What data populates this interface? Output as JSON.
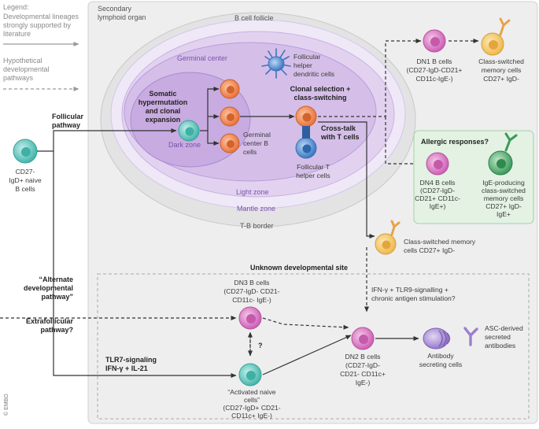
{
  "legend": {
    "title": "Legend:",
    "solid_label": [
      "Developmental lineages",
      "strongly supported by",
      "literature"
    ],
    "dashed_label": [
      "Hypothetical",
      "developmental",
      "pathways"
    ]
  },
  "regions": {
    "organ": [
      "Secondary",
      "lymphoid organ"
    ],
    "follicle": "B cell follicle",
    "germinal_center": "Germinal center",
    "dark_zone": "Dark zone",
    "light_zone": "Light zone",
    "mantle_zone": "Mantle zone",
    "tb_border": "T-B border",
    "unknown_site": "Unknown developmental site",
    "allergic": "Allergic responses?"
  },
  "cells": {
    "naive": [
      "CD27-",
      "IgD+ naive",
      "B cells"
    ],
    "fdc": [
      "Follicular",
      "helper",
      "dendritic cells"
    ],
    "gc_b": [
      "Germinal",
      "center B",
      "cells"
    ],
    "tfh": [
      "Follicular T",
      "helper cells"
    ],
    "dn1": [
      "DN1 B cells",
      "(CD27-IgD-CD21+",
      "CD11c-IgE-)"
    ],
    "dn1_mem": [
      "Class-switched",
      "memory cells",
      "CD27+ IgD-"
    ],
    "dn4": [
      "DN4 B cells",
      "(CD27-IgD-",
      "CD21+ CD11c-",
      "IgE+)"
    ],
    "ige_mem": [
      "IgE-producing",
      "class-switched",
      "memory cells",
      "CD27+ IgD-",
      "IgE+"
    ],
    "csm": [
      "Class-switched memory",
      "cells CD27+ IgD-"
    ],
    "dn3": [
      "DN3 B cells",
      "(CD27-IgD- CD21-",
      "CD11c- IgE-)"
    ],
    "act_naive": [
      "“Activated naive",
      "cells”",
      "(CD27-IgD+ CD21-",
      "CD11c+ IgE-)"
    ],
    "dn2": [
      "DN2 B cells",
      "(CD27-IgD-",
      "CD21- CD11c+",
      "IgE-)"
    ],
    "asc": [
      "Antibody",
      "secreting cells"
    ],
    "asc_ab": [
      "ASC-derived",
      "secreted",
      "antibodies"
    ]
  },
  "processes": {
    "somatic": [
      "Somatic",
      "hypermutation",
      "and clonal",
      "expansion"
    ],
    "clonal_sel": [
      "Clonal selection +",
      "class-switching"
    ],
    "crosstalk": [
      "Cross-talk",
      "with T cells"
    ],
    "ifn_tlr9": [
      "IFN-γ + TLR9-signalling +",
      "chronic antigen stimulation?"
    ],
    "tlr7": [
      "TLR7-signaling",
      "IFN-γ + IL-21"
    ],
    "question": "?"
  },
  "pathways": {
    "follicular": [
      "Follicular",
      "pathway"
    ],
    "alternate": [
      "“Alternate",
      "developmental",
      "pathway”"
    ],
    "extrafollicular": [
      "Extrafollicular",
      "pathway?"
    ]
  },
  "credit": "© EMBO",
  "colors": {
    "orange": "#ee8a58",
    "pink": "#d77fc4",
    "teal": "#5cc7bf",
    "blue": "#4f8ed1",
    "yellow": "#f6cf72",
    "purple": "#a58ad0",
    "green": "#4aa36a",
    "allergic_bg": "#e3f2e3"
  }
}
